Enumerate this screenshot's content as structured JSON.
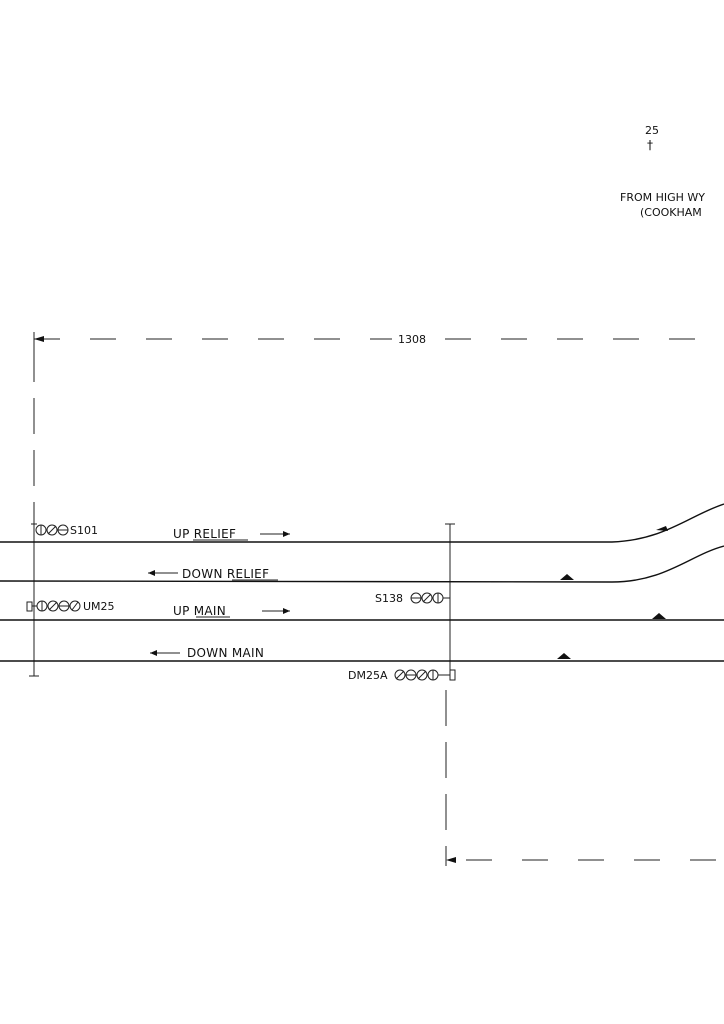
{
  "milepost": {
    "number": "25",
    "glyph": "†"
  },
  "from_note": {
    "line1": "FROM HIGH WY",
    "line2": "(COOKHAM"
  },
  "dimension_top": "1308",
  "lines": {
    "up_relief": "UP RELIEF",
    "down_relief": "DOWN RELIEF",
    "up_main": "UP MAIN",
    "down_main": "DOWN MAIN"
  },
  "signals": {
    "s101": "S101",
    "um25": "UM25",
    "s138": "S138",
    "dm25a": "DM25A"
  },
  "colors": {
    "ink": "#111111",
    "paper": "#ffffff"
  }
}
